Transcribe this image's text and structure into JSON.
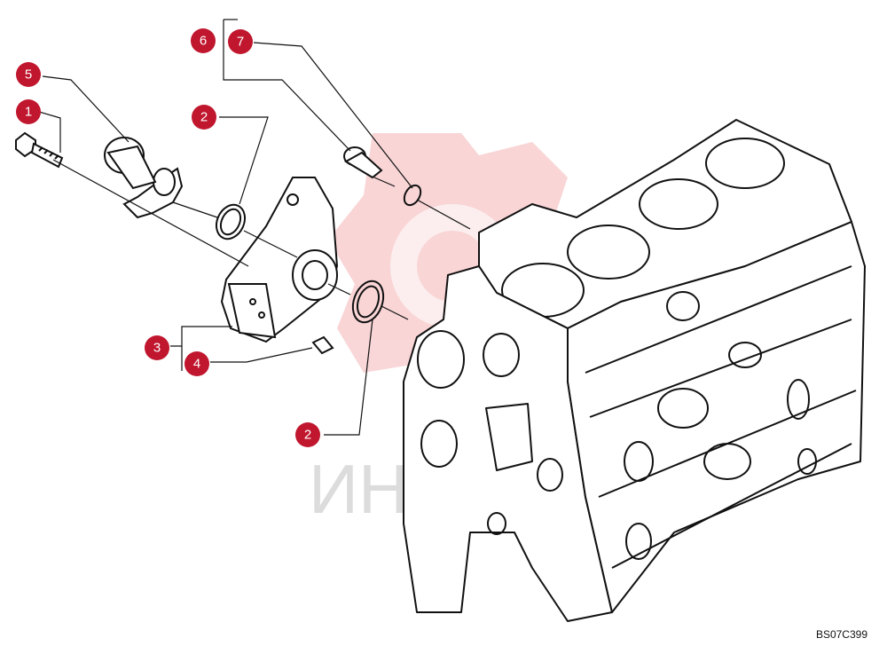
{
  "diagram": {
    "callouts": [
      {
        "id": "c1",
        "label": "1"
      },
      {
        "id": "c2a",
        "label": "2"
      },
      {
        "id": "c2b",
        "label": "2"
      },
      {
        "id": "c3",
        "label": "3"
      },
      {
        "id": "c4",
        "label": "4"
      },
      {
        "id": "c5",
        "label": "5"
      },
      {
        "id": "c6",
        "label": "6"
      },
      {
        "id": "c7",
        "label": "7"
      }
    ],
    "drawing_code": "BS07C399",
    "watermark_text": "ИНТЕХ"
  },
  "colors": {
    "callout": "#c0162e",
    "line": "#111111",
    "watermark": "#f2a4a6",
    "watermark_text": "#dcdcdc"
  }
}
